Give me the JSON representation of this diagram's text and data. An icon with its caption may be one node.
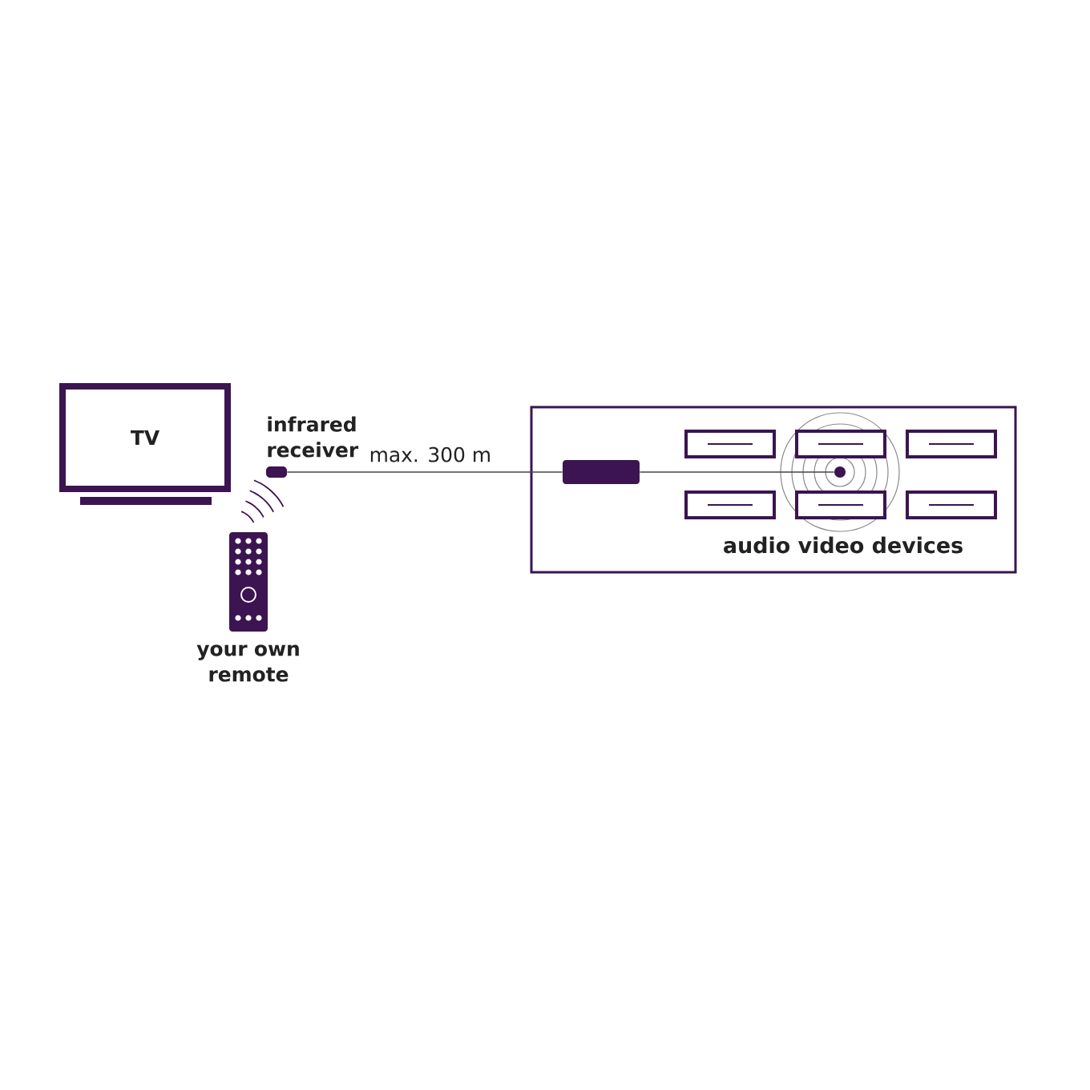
{
  "diagram": {
    "nodes": [
      {
        "text": [
          "TV"
        ]
      },
      {
        "text": [
          "infrared receiver"
        ]
      },
      {
        "text": [
          "your own remote"
        ]
      },
      {
        "text": [
          "audio video devices"
        ]
      },
      {
        "text": [],
        "shape": "bar",
        "in": 3
      },
      {
        "text": [],
        "shape": "box",
        "in": 3
      },
      {
        "text": [],
        "shape": "box",
        "in": 3
      },
      {
        "text": [],
        "shape": "box",
        "in": 3
      },
      {
        "text": [],
        "shape": "circle",
        "in": 3
      },
      {
        "text": [],
        "shape": "box",
        "in": 3
      },
      {
        "text": [],
        "shape": "box",
        "in": 3
      },
      {
        "text": [],
        "shape": "box",
        "in": 3
      }
    ],
    "edges": [
      {
        "from": 1,
        "to": 4,
        "arrow": "none",
        "label": "max. 300 m"
      },
      {
        "from": 4,
        "to": 8,
        "arrow": "none"
      }
    ]
  }
}
